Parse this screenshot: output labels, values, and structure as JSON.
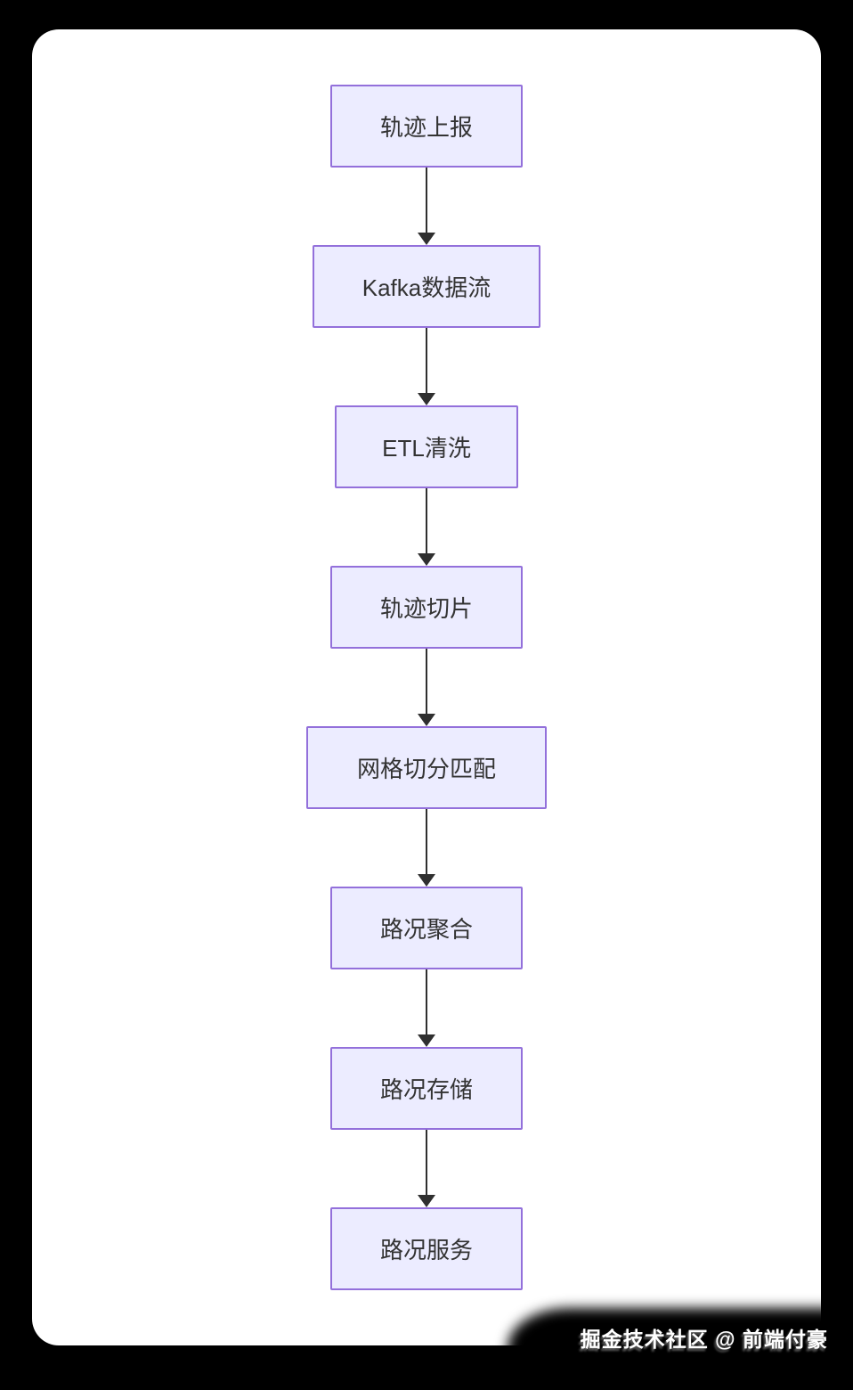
{
  "page": {
    "background_color": "#000000",
    "card_color": "#ffffff"
  },
  "flow": {
    "type": "flowchart",
    "direction": "top-down",
    "node_fill_color": "#ECECFF",
    "node_border_color": "#9370DB",
    "node_text_color": "#333333",
    "arrow_color": "#2f2f2f",
    "nodes": [
      {
        "label": "轨迹上报"
      },
      {
        "label": "Kafka数据流"
      },
      {
        "label": "ETL清洗"
      },
      {
        "label": "轨迹切片"
      },
      {
        "label": "网格切分匹配"
      },
      {
        "label": "路况聚合"
      },
      {
        "label": "路况存储"
      },
      {
        "label": "路况服务"
      }
    ],
    "edges": [
      {
        "from": "轨迹上报",
        "to": "Kafka数据流"
      },
      {
        "from": "Kafka数据流",
        "to": "ETL清洗"
      },
      {
        "from": "ETL清洗",
        "to": "轨迹切片"
      },
      {
        "from": "轨迹切片",
        "to": "网格切分匹配"
      },
      {
        "from": "网格切分匹配",
        "to": "路况聚合"
      },
      {
        "from": "路况聚合",
        "to": "路况存储"
      },
      {
        "from": "路况存储",
        "to": "路况服务"
      }
    ]
  },
  "watermark": {
    "text": "掘金技术社区 @ 前端付豪"
  }
}
